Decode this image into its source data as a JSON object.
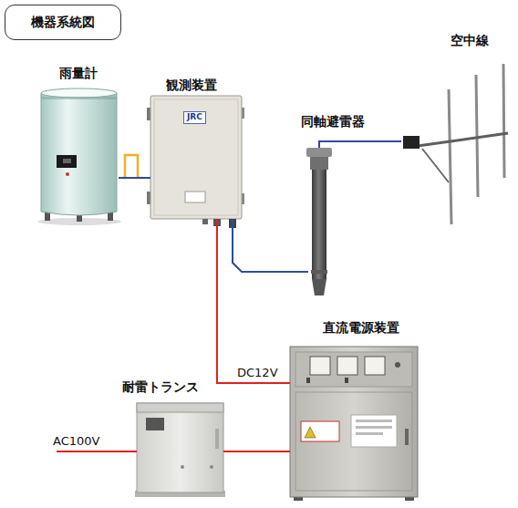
{
  "diagram": {
    "title": "機器系統図",
    "nodes": [
      {
        "text": [
          "雨量計"
        ]
      },
      {
        "text": [
          "観測装置"
        ]
      },
      {
        "text": [
          "同軸避雷器"
        ]
      },
      {
        "text": [
          "空中線"
        ]
      },
      {
        "text": [
          "直流電源装置"
        ]
      },
      {
        "text": [
          "耐雷トランス"
        ]
      }
    ],
    "edges": [
      {
        "from": 0,
        "to": 1,
        "arrow": "none"
      },
      {
        "from": 1,
        "to": 2,
        "arrow": "none"
      },
      {
        "from": 2,
        "to": 3,
        "arrow": "none"
      },
      {
        "from": 4,
        "to": 1,
        "label": "DC12V",
        "arrow": "none"
      },
      {
        "from": 5,
        "to": 4,
        "arrow": "none"
      }
    ],
    "labels": [
      "JRC",
      "AC100V"
    ]
  }
}
